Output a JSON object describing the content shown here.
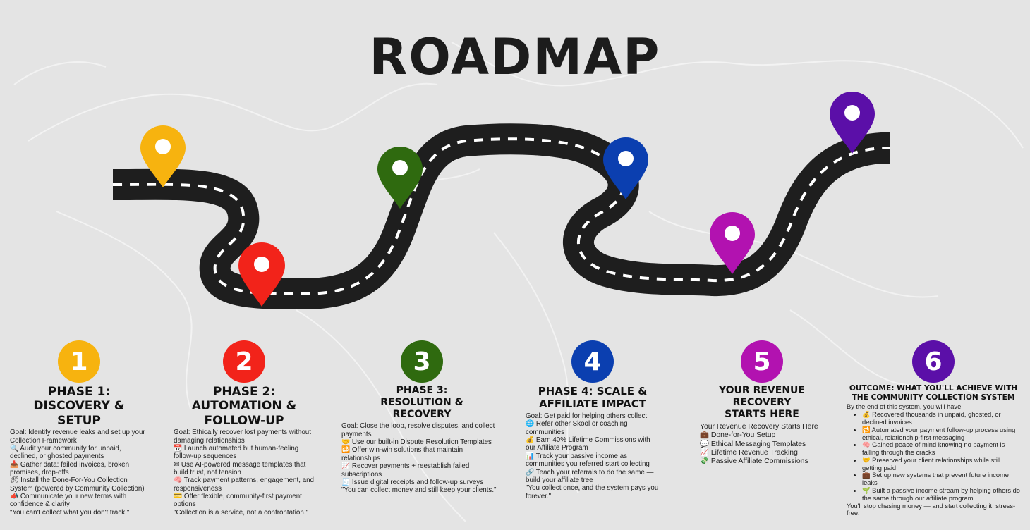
{
  "title": "ROADMAP",
  "colors": {
    "p1": "#f7b30f",
    "p2": "#f2231a",
    "p3": "#2f6a0f",
    "p4": "#0b3fb0",
    "p5": "#b212b0",
    "p6": "#5b0fa8",
    "road": "#1e1e1e",
    "background": "#e4e4e4"
  },
  "phases": [
    {
      "number": "1",
      "heading": [
        "PHASE 1:",
        "DISCOVERY &",
        "SETUP"
      ],
      "lines": [
        "Goal: Identify revenue leaks and set up your Collection Framework",
        "🔍 Audit your community for unpaid, declined, or ghosted payments",
        "📥 Gather data: failed invoices, broken promises, drop-offs",
        "🛠 Install the Done-For-You Collection System (powered by Community Collection)",
        "📣 Communicate your new terms with confidence & clarity",
        "\"You can't collect what you don't track.\""
      ]
    },
    {
      "number": "2",
      "heading": [
        "PHASE 2:",
        "AUTOMATION &",
        "FOLLOW-UP"
      ],
      "lines": [
        "Goal: Ethically recover lost payments without damaging relationships",
        "📆 Launch automated but human-feeling follow-up sequences",
        "✉ Use AI-powered message templates that build trust, not tension",
        "🧠 Track payment patterns, engagement, and responsiveness",
        "💳 Offer flexible, community-first payment options",
        "\"Collection is a service, not a confrontation.\""
      ]
    },
    {
      "number": "3",
      "heading": [
        "PHASE 3:",
        "RESOLUTION &",
        "RECOVERY"
      ],
      "lines": [
        "Goal: Close the loop, resolve disputes, and collect payments",
        "🤝 Use our built-in Dispute Resolution Templates",
        "🔁 Offer win-win solutions that maintain relationships",
        "📈 Recover payments + reestablish failed subscriptions",
        "🧾 Issue digital receipts and follow-up surveys",
        "\"You can collect money and still keep your clients.\""
      ]
    },
    {
      "number": "4",
      "heading": [
        "PHASE 4: SCALE &",
        "AFFILIATE IMPACT"
      ],
      "lines": [
        "Goal: Get paid for helping others collect",
        "🌐 Refer other Skool or coaching communities",
        "💰 Earn 40% Lifetime Commissions with our Affiliate Program",
        "📊 Track your passive income as communities you referred start collecting",
        "🔗 Teach your referrals to do the same — build your affiliate tree",
        "\"You collect once, and the system pays you forever.\""
      ]
    },
    {
      "number": "5",
      "heading": [
        "YOUR REVENUE",
        "RECOVERY",
        "STARTS HERE"
      ],
      "lines": [
        "Your Revenue Recovery Starts Here",
        "💼 Done-for-You Setup",
        "💬 Ethical Messaging Templates",
        "📈 Lifetime Revenue Tracking",
        "💸 Passive Affiliate Commissions"
      ]
    },
    {
      "number": "6",
      "heading": [
        "OUTCOME: WHAT YOU'LL ACHIEVE WITH",
        "THE COMMUNITY COLLECTION SYSTEM"
      ],
      "intro": "By the end of this system, you will have:",
      "bullets": [
        "💰 Recovered thousands in unpaid, ghosted, or declined invoices",
        "🔁 Automated your payment follow-up process using ethical, relationship-first messaging",
        "🧠 Gained peace of mind knowing no payment is falling through the cracks",
        "🤝 Preserved your client relationships while still getting paid",
        "💼 Set up new systems that prevent future income leaks",
        "🌱 Built a passive income stream by helping others do the same through our affiliate program"
      ],
      "outro": "You'll stop chasing money — and start collecting it, stress-free."
    }
  ]
}
